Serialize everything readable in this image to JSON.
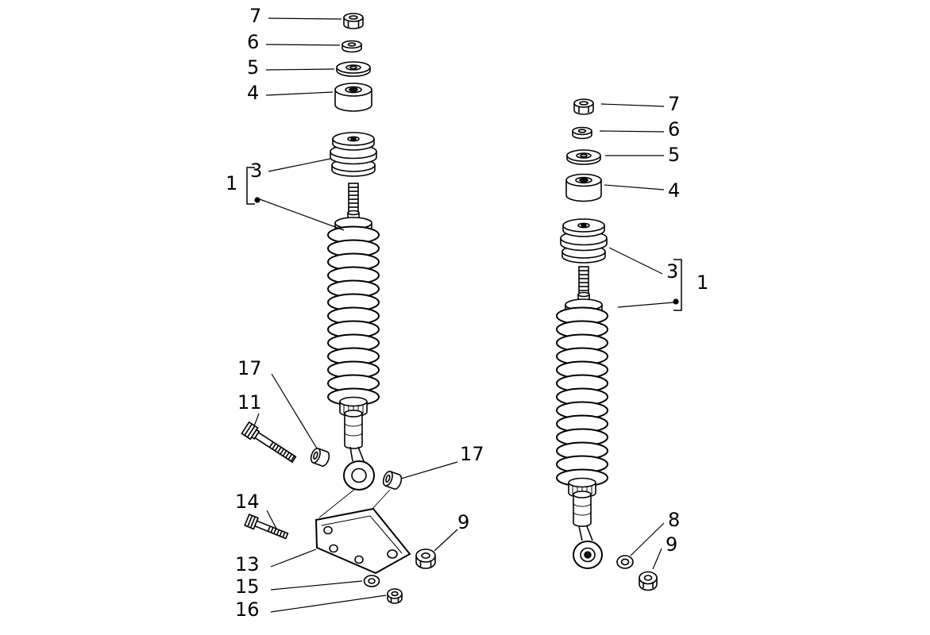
{
  "diagram": {
    "background": "#ffffff",
    "line_color": "#000000",
    "left_assembly": {
      "callouts": {
        "c7": "7",
        "c6": "6",
        "c5": "5",
        "c4": "4",
        "c3": "3",
        "c1": "1",
        "c17_upper": "17",
        "c11": "11",
        "c17_lower": "17",
        "c14": "14",
        "c13": "13",
        "c15": "15",
        "c16": "16",
        "c9": "9"
      }
    },
    "right_assembly": {
      "callouts": {
        "c7": "7",
        "c6": "6",
        "c5": "5",
        "c4": "4",
        "c3": "3",
        "c1": "1",
        "c8": "8",
        "c9": "9"
      }
    }
  }
}
